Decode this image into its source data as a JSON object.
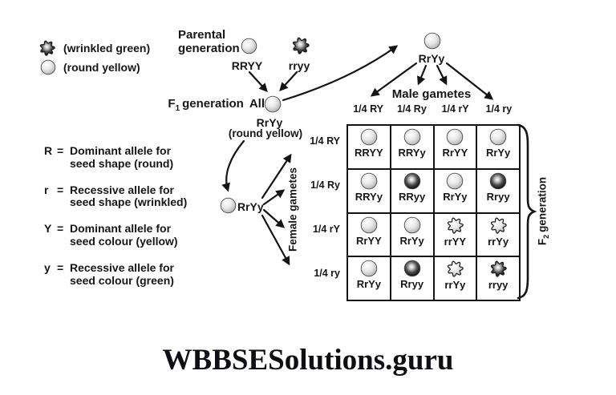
{
  "colors": {
    "ink": "#161616",
    "background": "#ffffff",
    "seed_light": "#e9e9e9",
    "seed_dark": "#0a0a0a"
  },
  "legend": {
    "items": [
      {
        "icon": "wrinkled-green-seed-icon",
        "phenotype": "wrinkled-green",
        "label": "(wrinkled green)"
      },
      {
        "icon": "round-yellow-seed-icon",
        "phenotype": "round-yellow",
        "label": "(round yellow)"
      }
    ]
  },
  "alleles": [
    {
      "symbol": "R",
      "eq": "=",
      "line1": "Dominant allele for",
      "line2": "seed shape (round)"
    },
    {
      "symbol": "r",
      "eq": "=",
      "line1": "Recessive allele for",
      "line2": "seed shape (wrinkled)"
    },
    {
      "symbol": "Y",
      "eq": "=",
      "line1": "Dominant allele for",
      "line2": "seed colour (yellow)"
    },
    {
      "symbol": "y",
      "eq": "=",
      "line1": "Recessive allele for",
      "line2": "seed colour (green)"
    }
  ],
  "parental": {
    "label_line1": "Parental",
    "label_line2": "generation",
    "left": {
      "genotype": "RRYY",
      "phenotype": "round-yellow"
    },
    "right": {
      "genotype": "rryy",
      "phenotype": "wrinkled-green"
    }
  },
  "f1": {
    "label_main": "F",
    "label_sub": "1",
    "label_rest": "generation",
    "all_label": "All",
    "genotype": "RrYy",
    "phenotype": "round-yellow",
    "phenotype_note": "(round yellow)"
  },
  "male_parent": {
    "genotype": "RrYy",
    "phenotype": "round-yellow"
  },
  "female_parent": {
    "genotype": "RrYy",
    "phenotype": "round-yellow"
  },
  "punnett": {
    "male_gametes_label": "Male gametes",
    "female_gametes_label": "Female gametes",
    "col_labels": [
      "1/4 RY",
      "1/4 Ry",
      "1/4 rY",
      "1/4 ry"
    ],
    "row_labels": [
      "1/4 RY",
      "1/4 Ry",
      "1/4 rY",
      "1/4 ry"
    ],
    "cells": [
      [
        {
          "genotype": "RRYY",
          "phenotype": "round-yellow"
        },
        {
          "genotype": "RRYy",
          "phenotype": "round-yellow"
        },
        {
          "genotype": "RrYY",
          "phenotype": "round-yellow"
        },
        {
          "genotype": "RrYy",
          "phenotype": "round-yellow"
        }
      ],
      [
        {
          "genotype": "RRYy",
          "phenotype": "round-yellow"
        },
        {
          "genotype": "RRyy",
          "phenotype": "round-green"
        },
        {
          "genotype": "RrYy",
          "phenotype": "round-yellow"
        },
        {
          "genotype": "Rryy",
          "phenotype": "round-green"
        }
      ],
      [
        {
          "genotype": "RrYY",
          "phenotype": "round-yellow"
        },
        {
          "genotype": "RrYy",
          "phenotype": "round-yellow"
        },
        {
          "genotype": "rrYY",
          "phenotype": "wrinkled-yellow"
        },
        {
          "genotype": "rrYy",
          "phenotype": "wrinkled-yellow"
        }
      ],
      [
        {
          "genotype": "RrYy",
          "phenotype": "round-yellow"
        },
        {
          "genotype": "Rryy",
          "phenotype": "round-green"
        },
        {
          "genotype": "rrYy",
          "phenotype": "wrinkled-yellow"
        },
        {
          "genotype": "rryy",
          "phenotype": "wrinkled-green"
        }
      ]
    ],
    "f2_label_main": "F",
    "f2_label_sub": "2",
    "f2_label_rest": "generation"
  },
  "watermark": "WBBSESolutions.guru"
}
